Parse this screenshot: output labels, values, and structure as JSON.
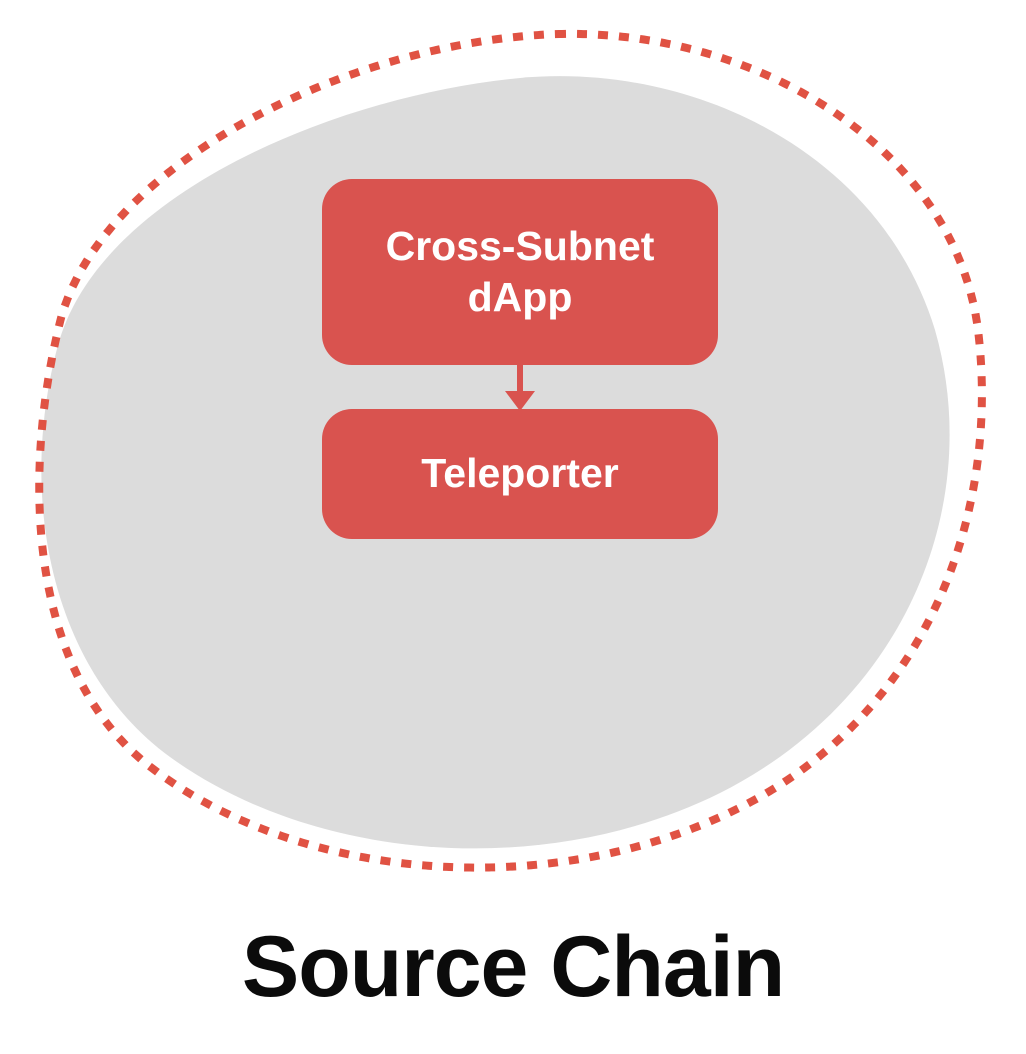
{
  "diagram": {
    "title": "Source Chain",
    "nodes": [
      {
        "id": "cross-subnet-dapp",
        "label": "Cross-Subnet dApp"
      },
      {
        "id": "teleporter",
        "label": "Teleporter"
      }
    ],
    "edges": [
      {
        "from": "cross-subnet-dapp",
        "to": "teleporter",
        "direction": "down"
      }
    ],
    "colors": {
      "node_fill": "#d9534f",
      "node_text": "#ffffff",
      "blob_fill": "#dcdcdc",
      "dotted_border": "#e05243",
      "arrow": "#d9534f",
      "title_text": "#0b0b0b",
      "background": "#ffffff"
    }
  }
}
